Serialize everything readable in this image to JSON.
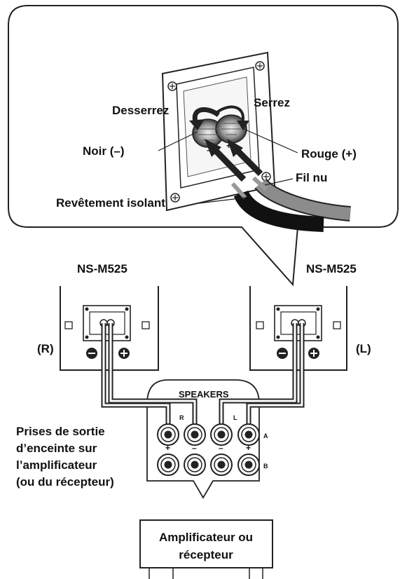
{
  "callout": {
    "loosen": "Desserrez",
    "tighten": "Serrez",
    "black": "Noir (–)",
    "red": "Rouge (+)",
    "bare_wire": "Fil nu",
    "insulation": "Revêtement isolant"
  },
  "speakers": {
    "right_model": "NS-M525",
    "left_model": "NS-M525",
    "right_channel": "(R)",
    "left_channel": "(L)"
  },
  "panel": {
    "title": "SPEAKERS",
    "r": "R",
    "l": "L",
    "a": "A",
    "b": "B",
    "plus": "+",
    "minus": "–"
  },
  "outputs_label": [
    "Prises de sortie",
    "d’enceinte sur",
    "l’amplificateur",
    "(ou du récepteur)"
  ],
  "amplifier": [
    "Amplificateur ou",
    "récepteur"
  ]
}
